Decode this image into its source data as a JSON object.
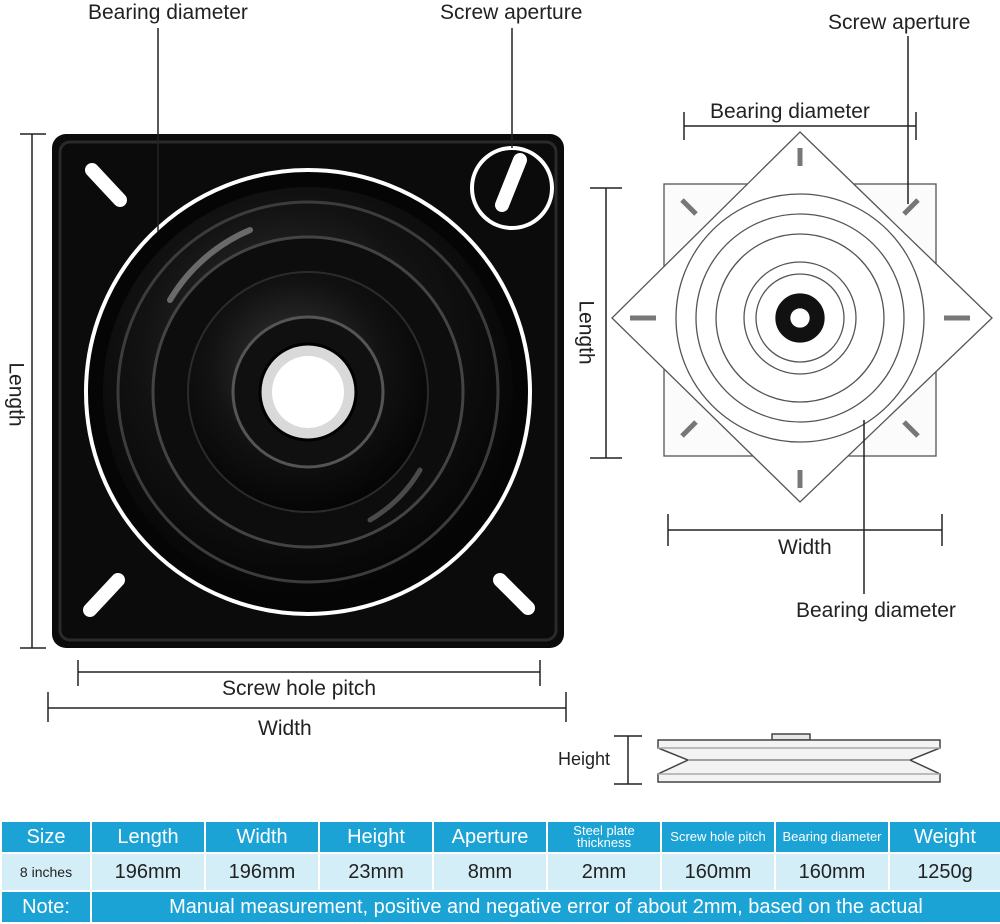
{
  "photo_labels": {
    "bearing_diameter": "Bearing diameter",
    "screw_aperture": "Screw aperture",
    "length": "Length",
    "screw_hole_pitch": "Screw hole pitch",
    "width": "Width"
  },
  "drawing_labels": {
    "screw_aperture": "Screw aperture",
    "bearing_diameter_top": "Bearing diameter",
    "length": "Length",
    "width": "Width",
    "bearing_diameter_bottom": "Bearing diameter",
    "height": "Height"
  },
  "table": {
    "headers": [
      "Size",
      "Length",
      "Width",
      "Height",
      "Aperture",
      "Steel plate thickness",
      "Screw hole pitch",
      "Bearing diameter",
      "Weight"
    ],
    "values": [
      "8 inches",
      "196mm",
      "196mm",
      "23mm",
      "8mm",
      "2mm",
      "160mm",
      "160mm",
      "1250g"
    ],
    "note_label": "Note:",
    "note_text": "Manual measurement, positive and negative error of about 2mm, based on the actual"
  },
  "colors": {
    "header_bg": "#1ba3d6",
    "row_bg": "#d4eef8",
    "plate": "#0b0b0b"
  }
}
